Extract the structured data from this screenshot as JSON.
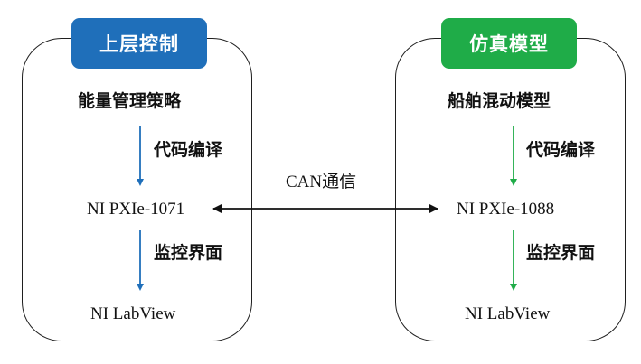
{
  "left_panel": {
    "header": "上层控制",
    "title": "能量管理策略",
    "step1_label": "代码编译",
    "device": "NI PXIe-1071",
    "step2_label": "监控界面",
    "software": "NI LabView",
    "color": "#1f6fba"
  },
  "right_panel": {
    "header": "仿真模型",
    "title": "船舶混动模型",
    "step1_label": "代码编译",
    "device": "NI PXIe-1088",
    "step2_label": "监控界面",
    "software": "NI LabView",
    "color": "#1fac48"
  },
  "link": {
    "label": "CAN通信"
  }
}
